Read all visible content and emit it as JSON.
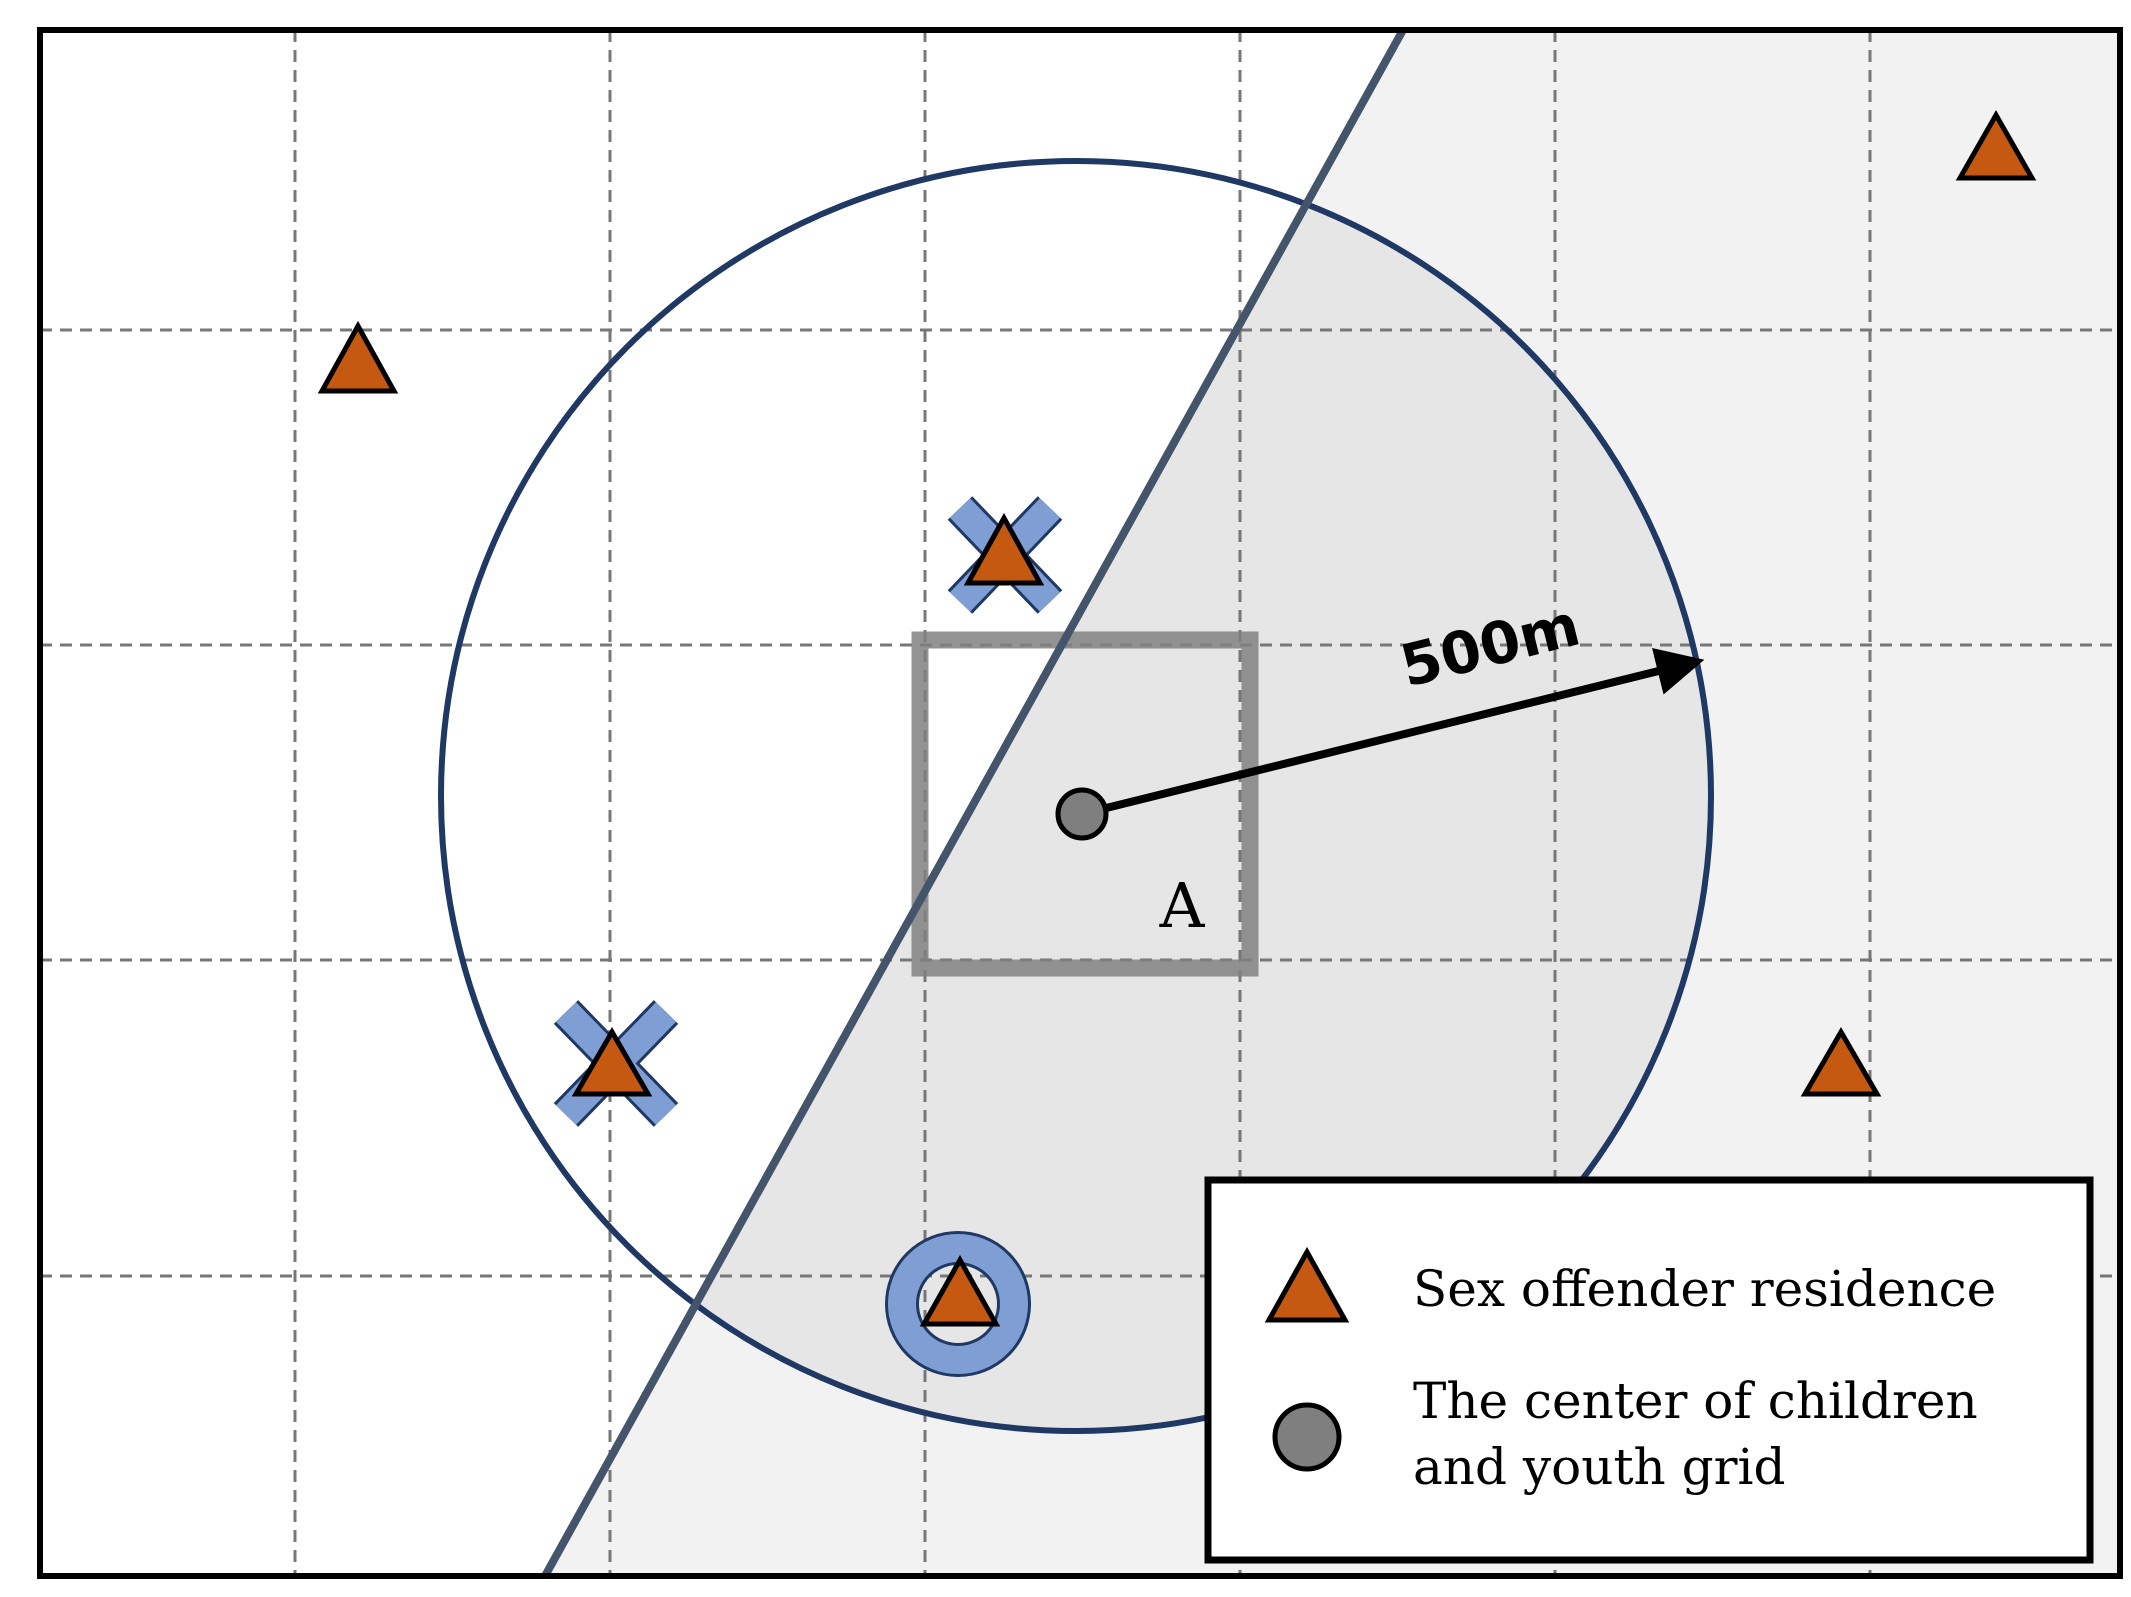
{
  "diagram": {
    "radius_label": "500m",
    "grid_cell_label": "A",
    "colors": {
      "frame": "#000000",
      "grid_line": "#777777",
      "outside_region": "#f2f2f2",
      "inside_region": "#e6e6e6",
      "divider_line": "#44546a",
      "buffer_circle": "#1f3864",
      "grid_cell_outline": "#808080",
      "offender_triangle": "#c65911",
      "exclusion_mark": "#7f9fd4",
      "inclusion_mark": "#7f9fd4",
      "center_point": "#7f7f7f"
    }
  },
  "legend": {
    "items": [
      {
        "icon": "triangle-icon",
        "lines": [
          "Sex offender residence"
        ]
      },
      {
        "icon": "circle-dot-icon",
        "lines": [
          "The center of children",
          "and youth grid"
        ]
      }
    ]
  }
}
